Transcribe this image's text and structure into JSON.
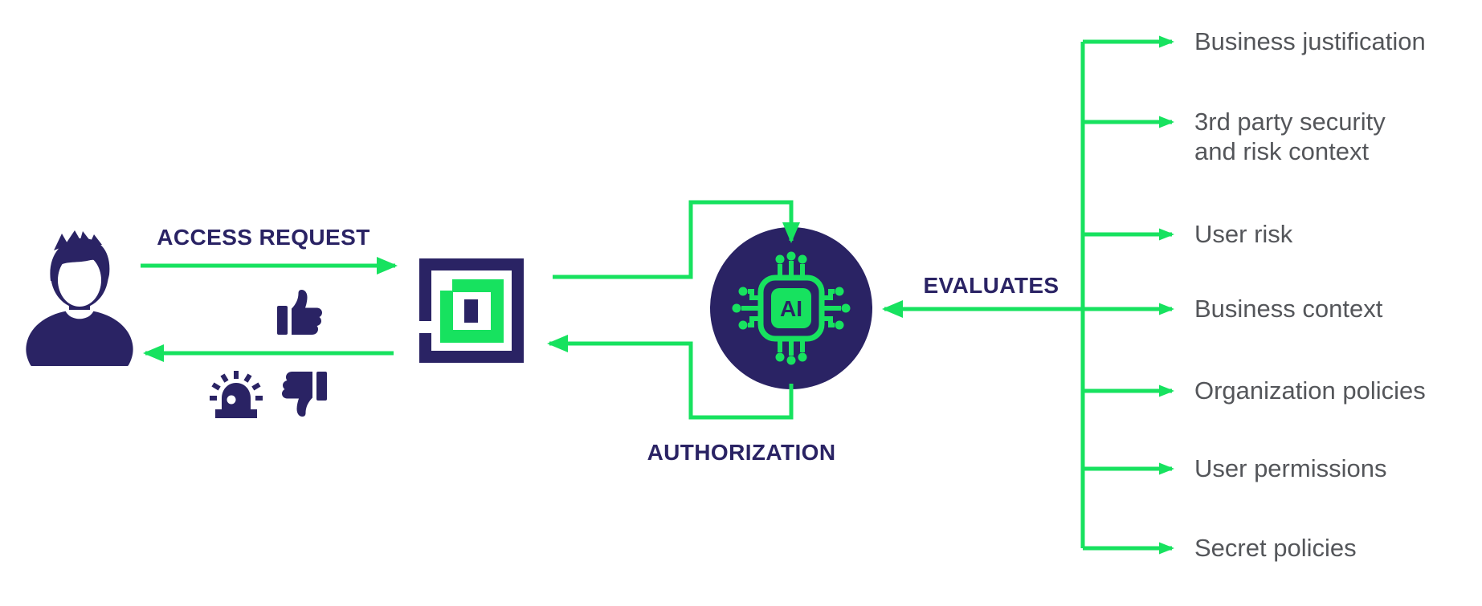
{
  "colors": {
    "navy": "#2A2364",
    "green": "#17E25F",
    "factor_text_gray": "#54565A",
    "background": "#FFFFFF"
  },
  "labels": {
    "access_request": "ACCESS REQUEST",
    "authorization": "AUTHORIZATION",
    "evaluates": "EVALUATES"
  },
  "ai_chip_text": "AI",
  "icons": {
    "left_actor": "user-avatar-icon",
    "gateway": "apono-logo-icon",
    "engine": "ai-chip-in-circle-icon",
    "approve": "thumbs-up-icon",
    "alert": "siren-alert-icon",
    "deny": "thumbs-down-icon"
  },
  "evaluation_factors": [
    "Business justification",
    "3rd party security\nand risk context",
    "User risk",
    "Business context",
    "Organization policies",
    "User permissions",
    "Secret policies"
  ]
}
